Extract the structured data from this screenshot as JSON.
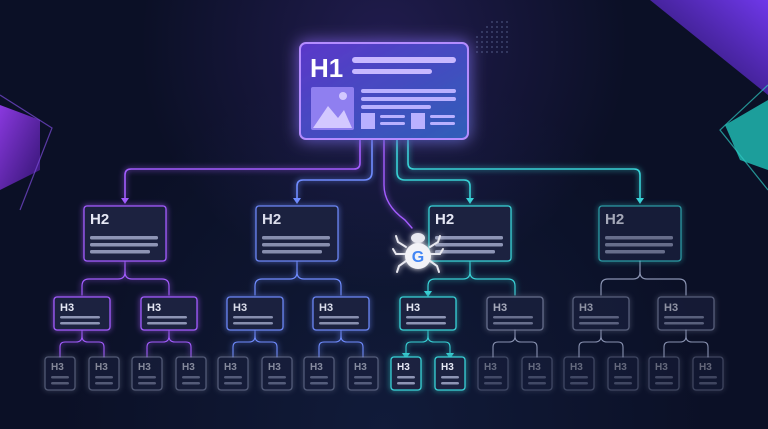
{
  "h1": {
    "label": "H1"
  },
  "h2": [
    {
      "label": "H2"
    },
    {
      "label": "H2"
    },
    {
      "label": "H2"
    },
    {
      "label": "H2"
    }
  ],
  "h3_level3": [
    "H3",
    "H3",
    "H3",
    "H3",
    "H3",
    "H3",
    "H3",
    "H3"
  ],
  "h3_level4": [
    "H3",
    "H3",
    "H3",
    "H3",
    "H3",
    "H3",
    "H3",
    "H3",
    "H3",
    "H3",
    "H3",
    "H3",
    "H3",
    "H3",
    "H3",
    "H3"
  ],
  "crawler": {
    "icon": "google-spider-icon",
    "letter": "G"
  },
  "colors": {
    "background": "#0b1026",
    "purple": "#a35cff",
    "teal": "#39d1d6",
    "blue": "#6f8cff",
    "gray": "#8a93b2"
  }
}
